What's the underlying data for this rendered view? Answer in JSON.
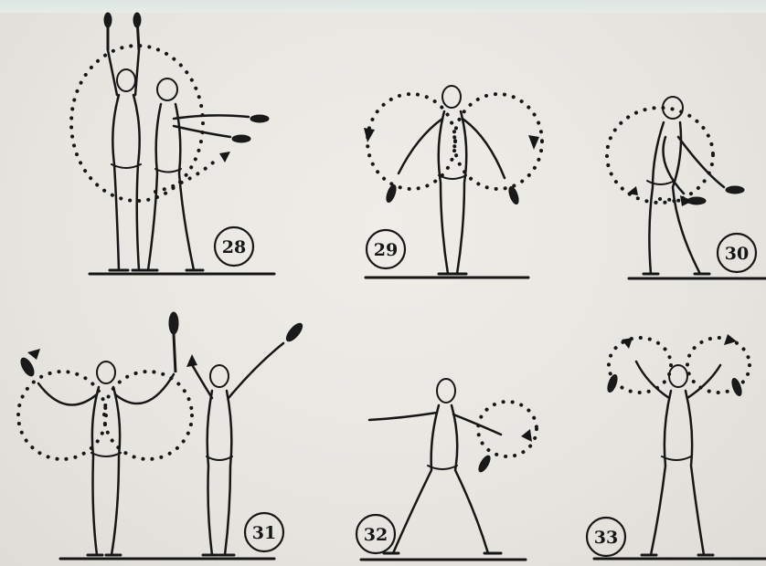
{
  "figures": [
    {
      "number": "28"
    },
    {
      "number": "29"
    },
    {
      "number": "30"
    },
    {
      "number": "31"
    },
    {
      "number": "32"
    },
    {
      "number": "33"
    }
  ]
}
